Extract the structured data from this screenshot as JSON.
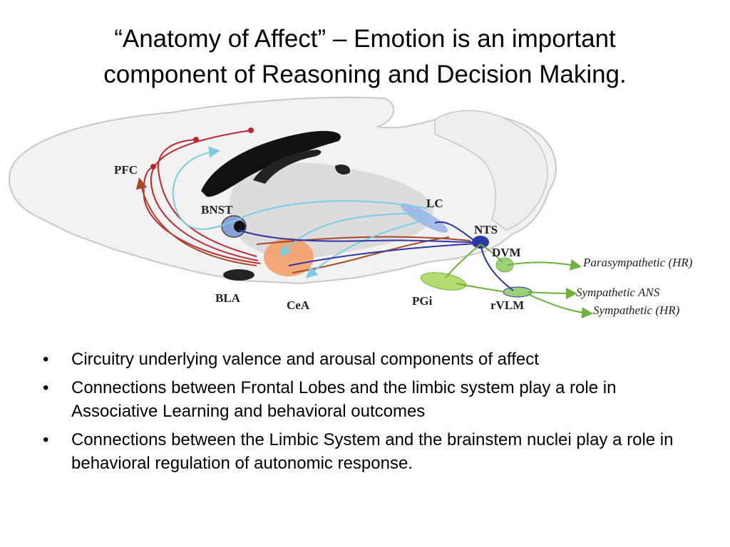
{
  "title": {
    "line1": "“Anatomy of Affect” – Emotion is an important",
    "line2": "component of Reasoning and Decision Making."
  },
  "diagram": {
    "labels": {
      "pfc": "PFC",
      "bnst": "BNST",
      "bla": "BLA",
      "cea": "CeA",
      "lc": "LC",
      "nts": "NTS",
      "dvm": "DVM",
      "pgi": "PGi",
      "rvlm": "rVLM"
    },
    "outputs": {
      "parasympathetic_hr": "Parasympathetic (HR)",
      "sympathetic_ans": "Sympathetic ANS",
      "sympathetic_hr": "Sympathetic (HR)"
    },
    "colors": {
      "brain": "#f2f2f2",
      "brain_outline": "#c8c8c8",
      "red_pathway": "#c0262d",
      "brown_pathway": "#a6492a",
      "blue_pathway": "#2e36a8",
      "cyan_pathway": "#7ccde0",
      "green_pathway": "#6bb33b",
      "amygdala": "#f4a06a"
    }
  },
  "bullets": [
    "Circuitry underlying valence and arousal components of affect",
    "Connections between Frontal Lobes and the limbic system play a role in Associative Learning and behavioral outcomes",
    "Connections between the Limbic System and the brainstem nuclei play a role in behavioral regulation of autonomic response."
  ]
}
